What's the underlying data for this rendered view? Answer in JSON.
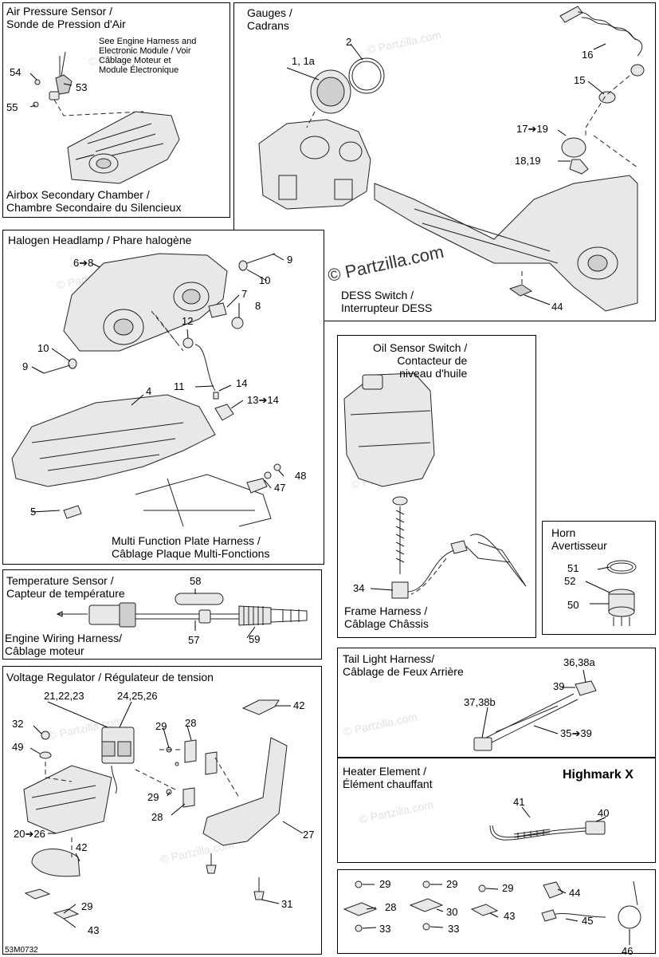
{
  "panels": {
    "air_pressure": {
      "title": "Air Pressure Sensor /\nSonde de Pression d'Air",
      "note": "See Engine Harness and\nElectronic Module / Voir\nCâblage Moteur et\nModule Électronique",
      "subtitle": "Airbox Secondary Chamber /\nChambre Secondaire du Silencieux",
      "callouts": [
        "54",
        "53",
        "55"
      ]
    },
    "gauges": {
      "title": "Gauges /\nCadrans",
      "subtitle": "DESS Switch /\nInterrupteur DESS",
      "callouts": [
        "1, 1a",
        "2",
        "16",
        "15",
        "17➔19",
        "18,19",
        "44"
      ]
    },
    "headlamp": {
      "title": "Halogen Headlamp / Phare halogène",
      "subtitle": "Multi Function Plate Harness /\nCâblage Plaque Multi-Fonctions",
      "callouts": [
        "6➔8",
        "9",
        "10",
        "7",
        "8",
        "12",
        "10",
        "9",
        "11",
        "14",
        "13➔14",
        "4",
        "48",
        "47",
        "5"
      ]
    },
    "oil": {
      "title": "Oil Sensor Switch /\nContacteur de\nniveau d'huile",
      "subtitle": "Frame Harness /\nCâblage Châssis",
      "callouts": [
        "34"
      ]
    },
    "horn": {
      "title": "Horn\nAvertisseur",
      "callouts": [
        "51",
        "52",
        "50"
      ]
    },
    "temperature": {
      "title": "Temperature Sensor /\nCapteur de température",
      "subtitle": "Engine Wiring Harness/\nCâblage moteur",
      "callouts": [
        "58",
        "57",
        "59"
      ]
    },
    "voltage": {
      "title": "Voltage Regulator / Régulateur de tension",
      "callouts": [
        "21,22,23",
        "24,25,26",
        "42",
        "32",
        "29",
        "28",
        "49",
        "29",
        "28",
        "20➔26",
        "42",
        "27",
        "29",
        "31",
        "43"
      ]
    },
    "taillight": {
      "title": "Tail Light Harness/\nCâblage de Feux Arrière",
      "callouts": [
        "36,38a",
        "39",
        "37,38b",
        "35➔39"
      ]
    },
    "heater": {
      "title": "Heater Element /\nÉlément chauffant",
      "model": "Highmark X",
      "callouts": [
        "41",
        "40"
      ]
    },
    "hardware": {
      "callouts": [
        "29",
        "28",
        "33",
        "29",
        "30",
        "33",
        "29",
        "43",
        "44",
        "45",
        "46"
      ]
    }
  },
  "watermark": "© Partzilla.com",
  "footer_code": "53M0732",
  "colors": {
    "ink": "#000000",
    "paper": "#ffffff",
    "part_fill": "#e8e8e8",
    "watermark": "#e2e2e2"
  }
}
